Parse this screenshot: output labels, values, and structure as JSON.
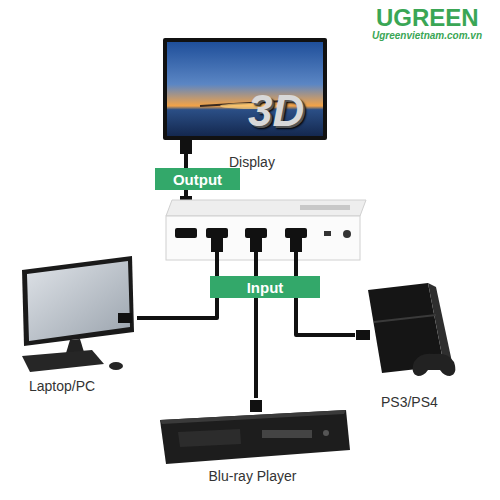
{
  "diagram": {
    "nodes": [
      {
        "text": [
          "Display"
        ]
      },
      {
        "text": [
          "Output"
        ]
      },
      {
        "text": [
          "Input"
        ]
      },
      {
        "text": [
          "Laptop/PC"
        ]
      },
      {
        "text": [
          "PS3/PS4"
        ]
      },
      {
        "text": [
          "Blu-ray Player"
        ]
      }
    ],
    "edges": [
      {
        "from": 1,
        "to": 0,
        "arrow": "none"
      },
      {
        "from": 3,
        "to": 2,
        "arrow": "none"
      },
      {
        "from": 5,
        "to": 2,
        "arrow": "none"
      },
      {
        "from": 4,
        "to": 2,
        "arrow": "none"
      }
    ],
    "labels": [
      "UGREEN",
      "Ugreenvietnam.com.vn",
      "3D"
    ]
  }
}
